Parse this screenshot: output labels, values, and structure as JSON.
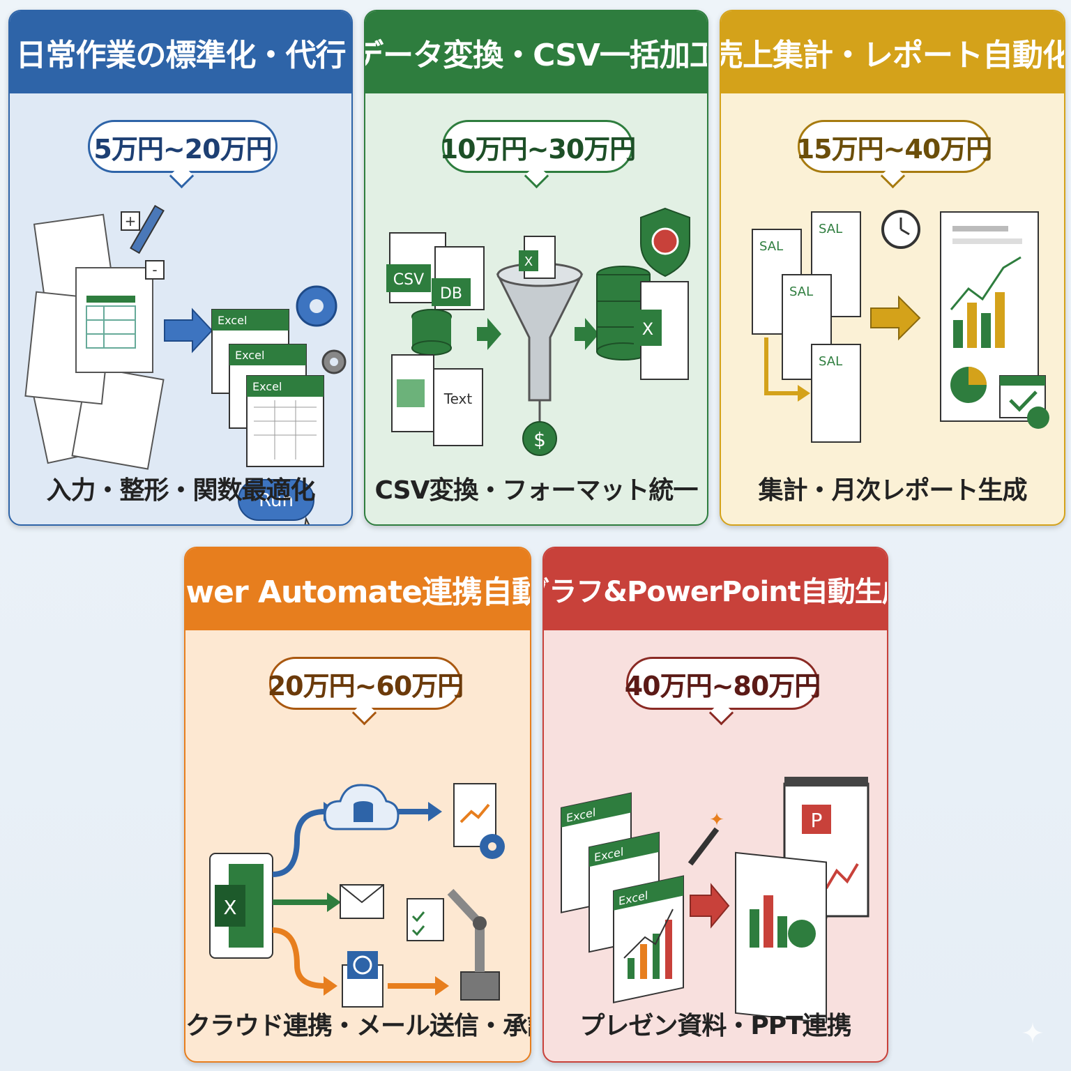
{
  "cards": [
    {
      "title": "日常作業の標準化・代行",
      "price": "5万円~20万円",
      "caption": "入力・整形・関数最適化",
      "color": "#2e64a8",
      "bg": "#dfe9f5",
      "labels": {
        "excel": "Excel",
        "run": "Run"
      }
    },
    {
      "title": "データ変換・CSV一括加工",
      "price": "10万円~30万円",
      "caption": "CSV変換・フォーマット統一",
      "color": "#2e7d3e",
      "bg": "#e2f0e4",
      "labels": {
        "csv": "CSV",
        "db": "DB",
        "text": "Text",
        "x": "X",
        "dollar": "$"
      }
    },
    {
      "title": "売上集計・レポート自動化",
      "price": "15万円~40万円",
      "caption": "集計・月次レポート生成",
      "color": "#d4a21a",
      "bg": "#fbf1d6",
      "labels": {
        "sal": "SAL"
      }
    },
    {
      "title": "Power Automate連携自動化",
      "price": "20万円~60万円",
      "caption": "クラウド連携・メール送信・承認",
      "color": "#e77e1e",
      "bg": "#fde8d2",
      "labels": {
        "x": "X"
      }
    },
    {
      "title": "グラフ&PowerPoint自動生成",
      "price": "40万円~80万円",
      "caption": "プレゼン資料・PPT連携",
      "color": "#c8413a",
      "bg": "#f8e0de",
      "labels": {
        "excel": "Excel",
        "p": "P"
      }
    }
  ]
}
